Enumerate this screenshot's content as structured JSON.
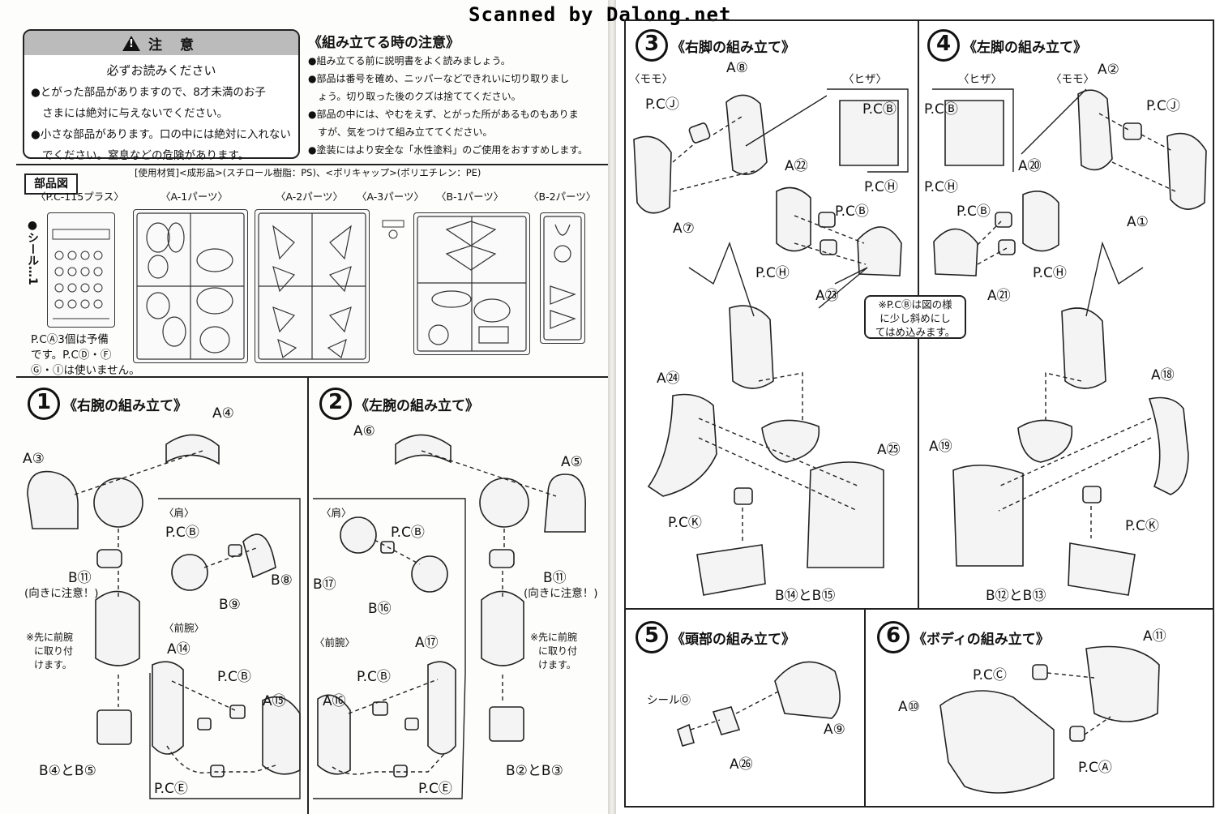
{
  "watermark": "Scanned by Dalong.net",
  "caution": {
    "title": "注 意",
    "subtitle": "必ずお読みください",
    "lines": [
      "●とがった部品がありますので、8才未満のお子",
      "さまには絶対に与えないでください。",
      "●小さな部品があります。口の中には絶対に入れない",
      "でください。窒息などの危険があります。"
    ]
  },
  "assembly_notes": {
    "title": "《組み立てる時の注意》",
    "lines": [
      "●組み立てる前に説明書をよく読みましょう。",
      "●部品は番号を確め、ニッパーなどできれいに切り取りまし",
      "ょう。切り取った後のクズは捨ててください。",
      "●部品の中には、やむをえず、とがった所があるものもありま",
      "すが、気をつけて組み立ててください。",
      "●塗装にはより安全な「水性塗料」のご使用をおすすめします。"
    ]
  },
  "parts": {
    "title": "部品図",
    "materials": "[使用材質]<成形品>(スチロール樹脂：PS)、<ポリキャップ>(ポリエチレン：PE)",
    "labels": [
      "〈P.C-115プラス〉",
      "〈A-1パーツ〉",
      "〈A-2パーツ〉",
      "〈A-3パーツ〉",
      "〈B-1パーツ〉",
      "〈B-2パーツ〉"
    ],
    "seal": "●シール…1",
    "pc_note": [
      "P.CⒶ3個は予備",
      "です。P.CⒹ・Ⓕ",
      "Ⓖ・Ⓘは使いません。"
    ]
  },
  "step1": {
    "num": "1",
    "title": "《右腕の組み立て》",
    "labels": [
      "A④",
      "A③",
      "B⑪",
      "(向きに注意！)",
      "B④とB⑤",
      "〈肩〉",
      "P.CⒷ",
      "B⑧",
      "B⑨",
      "〈前腕〉",
      "A⑭",
      "P.CⒷ",
      "A⑮",
      "P.CⒺ"
    ],
    "note": [
      "※先に前腕",
      "に取り付",
      "けます。"
    ]
  },
  "step2": {
    "num": "2",
    "title": "《左腕の組み立て》",
    "labels": [
      "A⑥",
      "A⑤",
      "B⑪",
      "(向きに注意！)",
      "B②とB③",
      "〈肩〉",
      "P.CⒷ",
      "B⑰",
      "B⑯",
      "〈前腕〉",
      "A⑰",
      "P.CⒷ",
      "A⑯",
      "P.CⒺ"
    ],
    "note": [
      "※先に前腕",
      "に取り付",
      "けます。"
    ]
  },
  "step3": {
    "num": "3",
    "title": "《右脚の組み立て》",
    "labels": [
      "〈モモ〉",
      "A⑧",
      "P.CⒿ",
      "A⑦",
      "〈ヒザ〉",
      "P.CⒷ",
      "P.CⒽ",
      "A㉒",
      "P.CⒷ",
      "P.CⒽ",
      "A㉓",
      "A㉔",
      "A㉕",
      "P.CⓀ",
      "B⑭とB⑮"
    ]
  },
  "step4": {
    "num": "4",
    "title": "《左脚の組み立て》",
    "labels": [
      "〈ヒザ〉",
      "〈モモ〉",
      "A②",
      "P.CⒷ",
      "P.CⒿ",
      "P.CⒽ",
      "A⑳",
      "P.CⒷ",
      "A①",
      "P.CⒽ",
      "A㉑",
      "A⑱",
      "A⑲",
      "P.CⓀ",
      "B⑫とB⑬"
    ]
  },
  "bubble_note": [
    "※P.CⒷは図の様",
    "に少し斜めにし",
    "てはめ込みます。"
  ],
  "step5": {
    "num": "5",
    "title": "《頭部の組み立て》",
    "labels": [
      "シールⓄ",
      "A⑨",
      "A㉖"
    ]
  },
  "step6": {
    "num": "6",
    "title": "《ボディの組み立て》",
    "labels": [
      "A⑪",
      "P.CⒸ",
      "A⑩",
      "P.CⒶ"
    ]
  }
}
